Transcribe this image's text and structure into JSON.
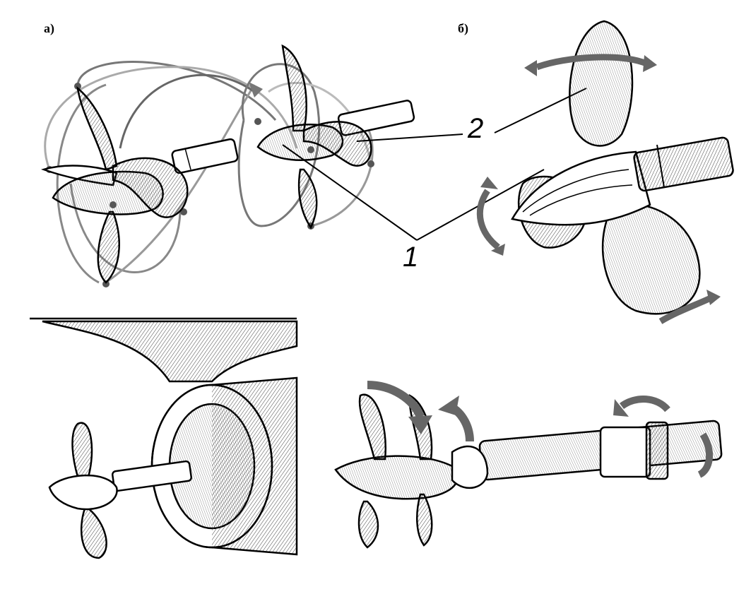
{
  "labels": {
    "panel_a": "а)",
    "panel_b": "б)",
    "callout_1": "1",
    "callout_2": "2"
  }
}
